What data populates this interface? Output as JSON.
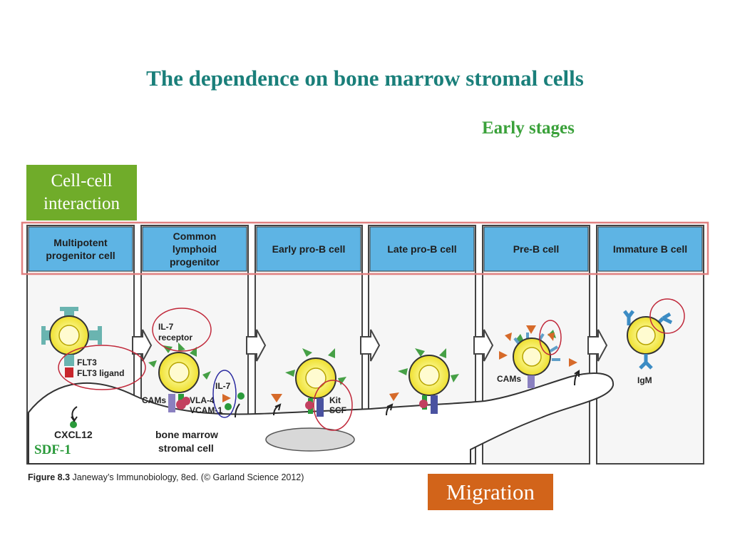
{
  "slide": {
    "title": "The dependence on bone marrow stromal cells",
    "subtitle": "Early stages",
    "tag_interaction": "Cell-cell interaction",
    "tag_migration": "Migration"
  },
  "stages": [
    {
      "lines": [
        "Multipotent",
        "progenitor cell"
      ]
    },
    {
      "lines": [
        "Common",
        "lymphoid",
        "progenitor"
      ]
    },
    {
      "lines": [
        "Early pro-B cell"
      ]
    },
    {
      "lines": [
        "Late pro-B cell"
      ]
    },
    {
      "lines": [
        "Pre-B cell"
      ]
    },
    {
      "lines": [
        "Immature B cell"
      ]
    }
  ],
  "labels": {
    "flt3": "FLT3",
    "flt3_ligand": "FLT3 ligand",
    "cxcl12": "CXCL12",
    "sdf1": "SDF-1",
    "il7_receptor_1": "IL-7",
    "il7_receptor_2": "receptor",
    "cams_1": "CAMs",
    "vla4": "VLA-4",
    "vcam1": "VCAM-1",
    "il7": "IL-7",
    "stromal_1": "bone marrow",
    "stromal_2": "stromal cell",
    "kit": "Kit",
    "scf": "SCF",
    "cams_2": "CAMs",
    "igm": "IgM"
  },
  "caption": {
    "figure": "Figure 8.3",
    "text": " Janeway’s Immunobiology, 8ed. (© Garland Science 2012)"
  },
  "colors": {
    "title": "#1a7f7a",
    "subtitle": "#3aa13a",
    "tag_green": "#70ac2a",
    "tag_orange": "#d2641a",
    "stage_header": "#5eb4e4",
    "highlight_red": "#c0283a",
    "highlight_blue": "#2a2aa0",
    "cell_yellow": "#f5ef3a"
  }
}
